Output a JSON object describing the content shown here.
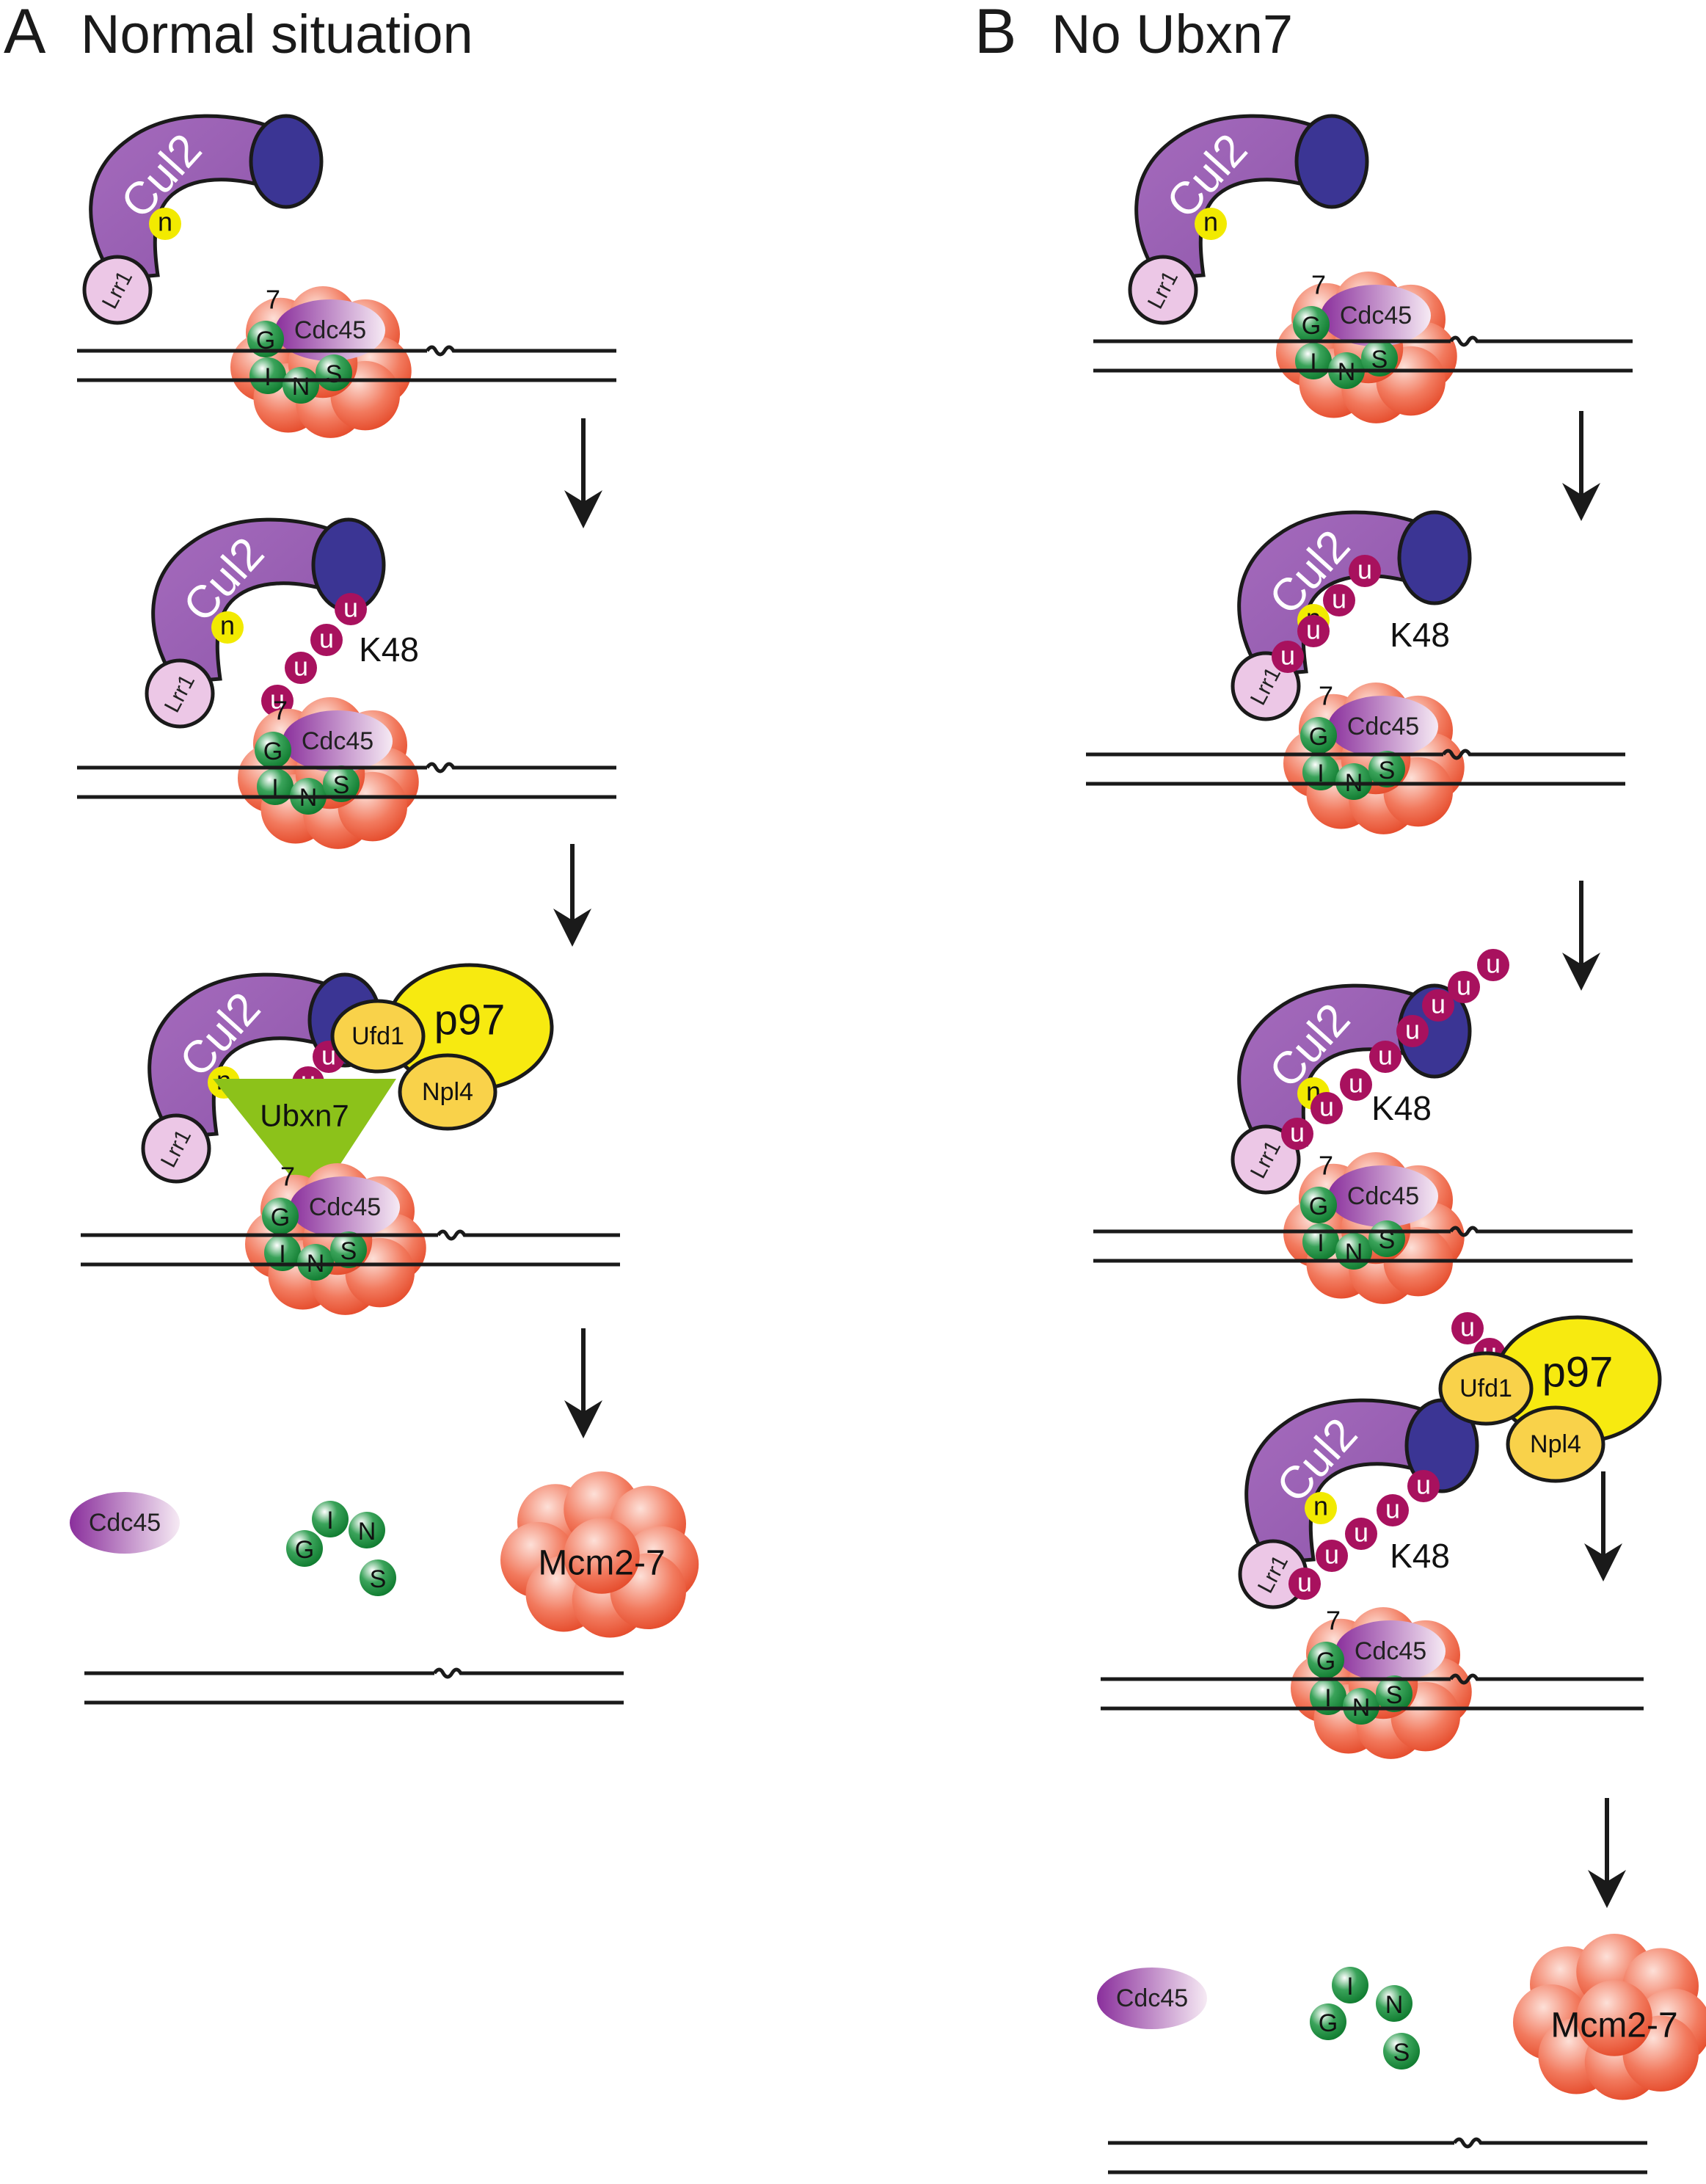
{
  "panels": {
    "a": {
      "letter": "A",
      "title": "Normal situation"
    },
    "b": {
      "letter": "B",
      "title": "No Ubxn7"
    }
  },
  "labels": {
    "cul2": "Cul2",
    "lrr1": "Lrr1",
    "nedd8": "n",
    "ub": "u",
    "k48": "K48",
    "mcm7": "7",
    "cdc45": "Cdc45",
    "gins": [
      "G",
      "I",
      "N",
      "S"
    ],
    "p97": "p97",
    "ufd1": "Ufd1",
    "npl4": "Npl4",
    "ubxn7": "Ubxn7",
    "mcm": "Mcm2-7"
  },
  "colors": {
    "cul2": "#9b5fb0",
    "rbx1": "#3b3594",
    "lrr1": "#ecc7e6",
    "nedd8": "#f2ea00",
    "ubiquitin": "#a8115e",
    "gins": "#1d8f3e",
    "mcm": "#e8472a",
    "cdc45": "#8c3b9e",
    "p97": "#f7ea10",
    "ufd1_npl4": "#f9d24a",
    "ubxn7": "#8cc21a",
    "dna": "#1a1a1a",
    "arrow": "#1a1a1a"
  }
}
